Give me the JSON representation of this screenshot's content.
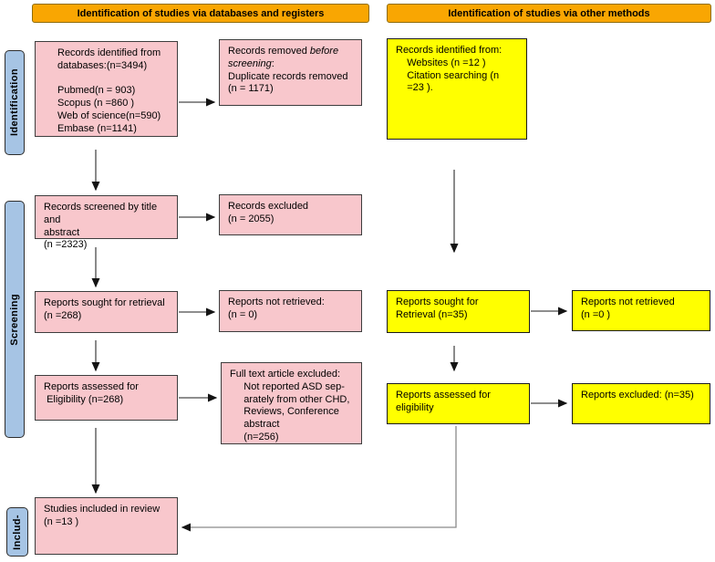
{
  "headers": {
    "left": "Identification of studies via databases and registers",
    "right": "Identification of studies via other methods"
  },
  "sidebar": {
    "identification": "Identification",
    "screening": "Screening",
    "included": "Includ-"
  },
  "colors": {
    "header_bg": "#F9A602",
    "pink_box": "#F8C7CC",
    "yellow_box": "#FFFF00",
    "sidebar_blue": "#A6C4E4",
    "line": "#4a4a4a"
  },
  "boxes": {
    "records_identified_db": "Records identified from\ndatabases:(n=3494)\n\nPubmed(n = 903)\nScopus (n =860 )\nWeb of science(n=590)\nEmbase (n=1141)",
    "records_removed": {
      "pre": "Records removed ",
      "italic": "before\nscreening",
      "post": ":\nDuplicate records removed\n(n = 1171)"
    },
    "records_screened": "Records screened by title and\nabstract\n(n =2323)",
    "records_excluded": "Records excluded\n(n = 2055)",
    "reports_sought": "Reports sought for retrieval\n(n =268)",
    "reports_not_retrieved": "Reports not retrieved:\n(n = 0)",
    "reports_assessed": "Reports assessed for\n Eligibility (n=268)",
    "fulltext_excluded": "Full text article excluded:\n     Not reported ASD sep-\n     arately from other CHD,\n     Reviews, Conference\n     abstract\n     (n=256)",
    "studies_included": "Studies included in review\n(n =13 )",
    "records_identified_other": "Records identified from:\n    Websites (n =12 )\n    Citation searching (n\n    =23 ).",
    "reports_sought_other": "Reports sought for\nRetrieval (n=35)",
    "reports_not_retrieved_other": "Reports not retrieved\n(n =0 )",
    "reports_assessed_other": "Reports assessed for\neligibility",
    "reports_excluded_other": "Reports excluded: (n=35)"
  }
}
